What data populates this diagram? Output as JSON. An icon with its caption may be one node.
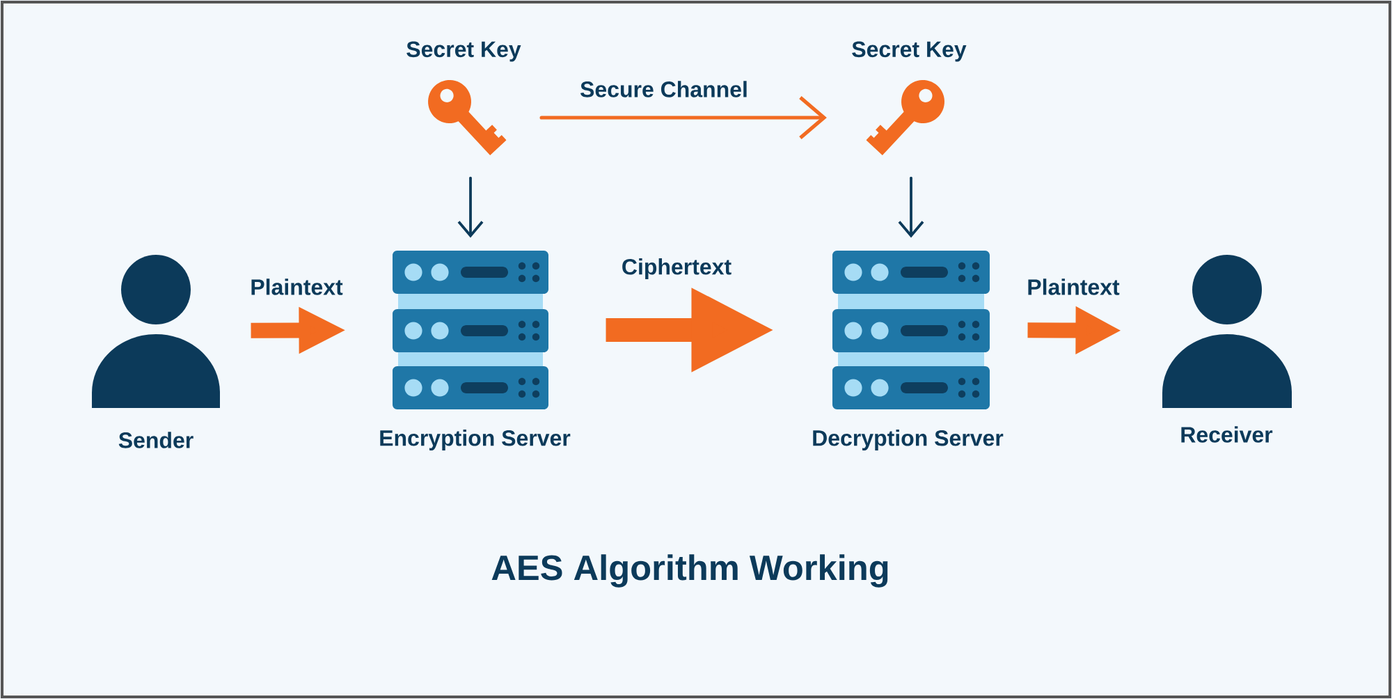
{
  "diagram": {
    "title": "AES Algorithm Working",
    "nodes": [
      {
        "text": [
          "Sender"
        ]
      },
      {
        "text": [
          "Encryption Server"
        ]
      },
      {
        "text": [
          "Decryption Server"
        ]
      },
      {
        "text": [
          "Receiver"
        ]
      },
      {
        "text": [
          "Secret Key"
        ]
      },
      {
        "text": [
          "Secret Key"
        ]
      }
    ],
    "edges": [
      {
        "from": 0,
        "to": 1,
        "arrow": "to",
        "label": "Plaintext",
        "style": "thick"
      },
      {
        "from": 1,
        "to": 2,
        "arrow": "to",
        "label": "Ciphertext",
        "style": "thick"
      },
      {
        "from": 2,
        "to": 3,
        "arrow": "to",
        "label": "Plaintext",
        "style": "thick"
      },
      {
        "from": 4,
        "to": 5,
        "arrow": "to",
        "label": "Secure Channel"
      },
      {
        "from": 4,
        "to": 1,
        "arrow": "to",
        "color": "#0c3a5a"
      },
      {
        "from": 5,
        "to": 2,
        "arrow": "to",
        "color": "#0c3a5a"
      }
    ]
  }
}
